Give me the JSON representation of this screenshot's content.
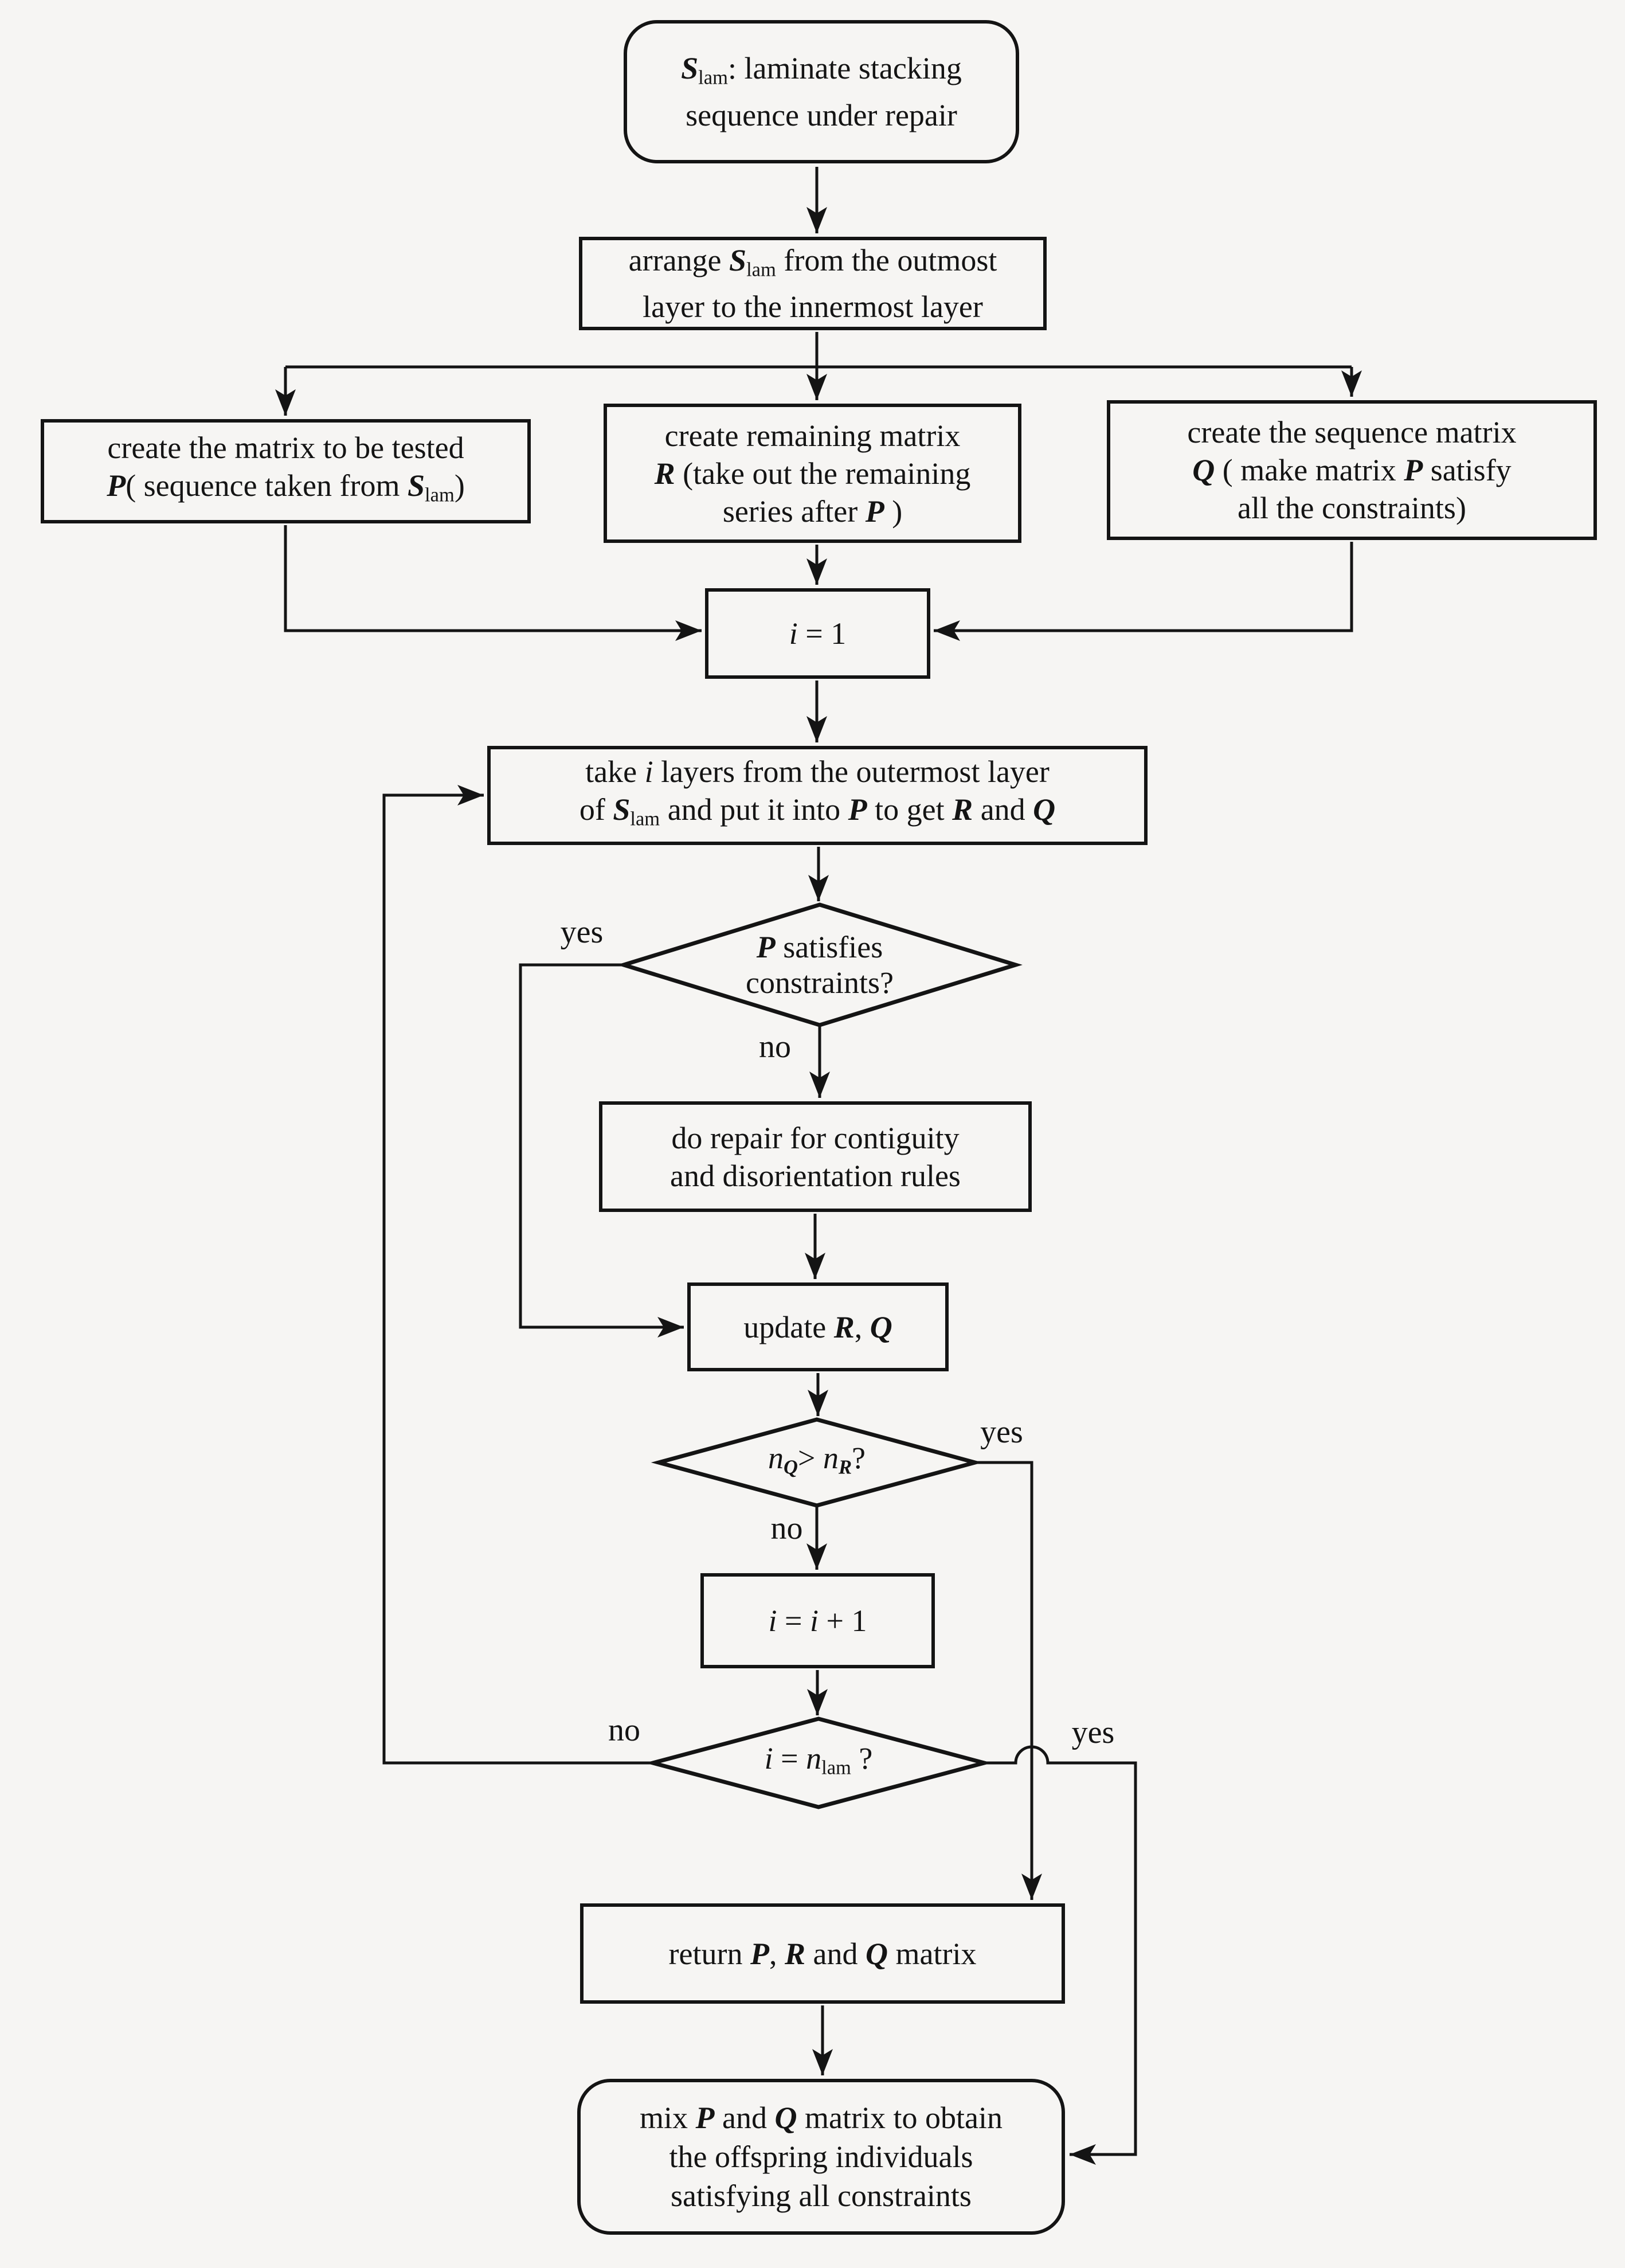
{
  "title": "laminate stacking sequence repair flowchart",
  "colors": {
    "background": "#f6f5f3",
    "ink": "#141414"
  },
  "nodes": {
    "start": {
      "shape": "rounded",
      "lines": [
        [
          {
            "t": "S",
            "s": "bi"
          },
          {
            "t": "lam",
            "s": "sub"
          },
          {
            "t": ": laminate stacking",
            "s": "n"
          }
        ],
        [
          {
            "t": "sequence under repair",
            "s": "n"
          }
        ]
      ]
    },
    "arrange": {
      "shape": "rect",
      "lines": [
        [
          {
            "t": "arrange ",
            "s": "n"
          },
          {
            "t": "S",
            "s": "bi"
          },
          {
            "t": "lam",
            "s": "sub"
          },
          {
            "t": " from the outmost",
            "s": "n"
          }
        ],
        [
          {
            "t": "layer to the innermost layer",
            "s": "n"
          }
        ]
      ]
    },
    "create_p": {
      "shape": "rect",
      "lines": [
        [
          {
            "t": "create the matrix to be tested",
            "s": "n"
          }
        ],
        [
          {
            "t": "P",
            "s": "bi"
          },
          {
            "t": "( sequence taken from ",
            "s": "n"
          },
          {
            "t": "S",
            "s": "bi"
          },
          {
            "t": "lam",
            "s": "sub"
          },
          {
            "t": ")",
            "s": "n"
          }
        ]
      ]
    },
    "create_r": {
      "shape": "rect",
      "lines": [
        [
          {
            "t": "create remaining matrix",
            "s": "n"
          }
        ],
        [
          {
            "t": "R",
            "s": "bi"
          },
          {
            "t": " (take out the remaining",
            "s": "n"
          }
        ],
        [
          {
            "t": "series after ",
            "s": "n"
          },
          {
            "t": "P",
            "s": "bi"
          },
          {
            "t": " )",
            "s": "n"
          }
        ]
      ]
    },
    "create_q": {
      "shape": "rect",
      "lines": [
        [
          {
            "t": "create the sequence matrix",
            "s": "n"
          }
        ],
        [
          {
            "t": "Q",
            "s": "bi"
          },
          {
            "t": " ( make matrix  ",
            "s": "n"
          },
          {
            "t": "P",
            "s": "bi"
          },
          {
            "t": " satisfy",
            "s": "n"
          }
        ],
        [
          {
            "t": "all the constraints)",
            "s": "n"
          }
        ]
      ]
    },
    "init_i": {
      "shape": "rect",
      "lines": [
        [
          {
            "t": "i",
            "s": "i"
          },
          {
            "t": " = 1",
            "s": "n"
          }
        ]
      ]
    },
    "take": {
      "shape": "rect",
      "lines": [
        [
          {
            "t": "take ",
            "s": "n"
          },
          {
            "t": "i",
            "s": "i"
          },
          {
            "t": " layers from the outermost layer",
            "s": "n"
          }
        ],
        [
          {
            "t": "of ",
            "s": "n"
          },
          {
            "t": "S",
            "s": "bi"
          },
          {
            "t": "lam",
            "s": "sub"
          },
          {
            "t": " and put it into ",
            "s": "n"
          },
          {
            "t": "P",
            "s": "bi"
          },
          {
            "t": " to get ",
            "s": "n"
          },
          {
            "t": "R",
            "s": "bi"
          },
          {
            "t": " and ",
            "s": "n"
          },
          {
            "t": "Q",
            "s": "bi"
          }
        ]
      ]
    },
    "check_p": {
      "shape": "diamond",
      "lines": [
        [
          {
            "t": "P",
            "s": "bi"
          },
          {
            "t": " satisfies",
            "s": "n"
          }
        ],
        [
          {
            "t": "constraints?",
            "s": "n"
          }
        ]
      ]
    },
    "repair": {
      "shape": "rect",
      "lines": [
        [
          {
            "t": "do repair for contiguity",
            "s": "n"
          }
        ],
        [
          {
            "t": "and disorientation rules",
            "s": "n"
          }
        ]
      ]
    },
    "update": {
      "shape": "rect",
      "lines": [
        [
          {
            "t": "update ",
            "s": "n"
          },
          {
            "t": "R",
            "s": "bi"
          },
          {
            "t": ",  ",
            "s": "n"
          },
          {
            "t": "Q",
            "s": "bi"
          }
        ]
      ]
    },
    "check_nq": {
      "shape": "diamond",
      "lines": [
        [
          {
            "t": "n",
            "s": "i"
          },
          {
            "t": "Q",
            "s": "subbi"
          },
          {
            "t": "> ",
            "s": "n"
          },
          {
            "t": "n",
            "s": "i"
          },
          {
            "t": "R",
            "s": "subbi"
          },
          {
            "t": "?",
            "s": "n"
          }
        ]
      ]
    },
    "inc_i": {
      "shape": "rect",
      "lines": [
        [
          {
            "t": "i",
            "s": "i"
          },
          {
            "t": " = ",
            "s": "n"
          },
          {
            "t": "i",
            "s": "i"
          },
          {
            "t": " + 1",
            "s": "n"
          }
        ]
      ]
    },
    "check_nlam": {
      "shape": "diamond",
      "lines": [
        [
          {
            "t": "i",
            "s": "i"
          },
          {
            "t": " = ",
            "s": "n"
          },
          {
            "t": "n",
            "s": "i"
          },
          {
            "t": "lam",
            "s": "sub"
          },
          {
            "t": " ?",
            "s": "n"
          }
        ]
      ]
    },
    "return_prq": {
      "shape": "rect",
      "lines": [
        [
          {
            "t": "return ",
            "s": "n"
          },
          {
            "t": "P",
            "s": "bi"
          },
          {
            "t": ", ",
            "s": "n"
          },
          {
            "t": "R",
            "s": "bi"
          },
          {
            "t": " and ",
            "s": "n"
          },
          {
            "t": "Q",
            "s": "bi"
          },
          {
            "t": " matrix",
            "s": "n"
          }
        ]
      ]
    },
    "mix": {
      "shape": "rounded",
      "lines": [
        [
          {
            "t": "mix ",
            "s": "n"
          },
          {
            "t": "P",
            "s": "bi"
          },
          {
            "t": " and ",
            "s": "n"
          },
          {
            "t": "Q",
            "s": "bi"
          },
          {
            "t": " matrix to obtain",
            "s": "n"
          }
        ],
        [
          {
            "t": "the offspring individuals",
            "s": "n"
          }
        ],
        [
          {
            "t": "satisfying all constraints",
            "s": "n"
          }
        ]
      ]
    }
  },
  "labels": {
    "p_yes": "yes",
    "p_no": "no",
    "nq_yes": "yes",
    "nq_no": "no",
    "nlam_no": "no",
    "nlam_yes": "yes"
  }
}
